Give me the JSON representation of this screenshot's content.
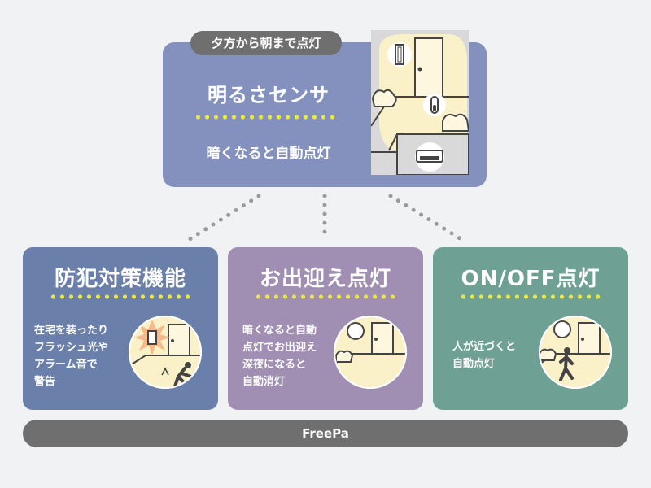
{
  "top": {
    "badge": "夕方から朝まで点灯",
    "title": "明るさセンサ",
    "subtitle": "暗くなると自動点灯"
  },
  "features": [
    {
      "title": "防犯対策機能",
      "desc": [
        "在宅を装ったり",
        "フラッシュ光や",
        "アラーム音で",
        "警告"
      ],
      "color": "#6a80aa"
    },
    {
      "title": "お出迎え点灯",
      "desc": [
        "暗くなると自動",
        "点灯でお出迎え",
        "深夜になると",
        "自動消灯"
      ],
      "color": "#a08eb3"
    },
    {
      "title": "ON/OFF点灯",
      "desc": [
        "人が近づくと",
        "自動点灯"
      ],
      "color": "#6fa094"
    }
  ],
  "footer": {
    "label": "FreePa"
  },
  "colors": {
    "background": "#f1f2f4",
    "top_card": "#8490bd",
    "dot_accent": "#ece73f",
    "connector": "#9a9a9a",
    "badge": "#6f6f6f",
    "light_glow": "#fbf1c8"
  }
}
